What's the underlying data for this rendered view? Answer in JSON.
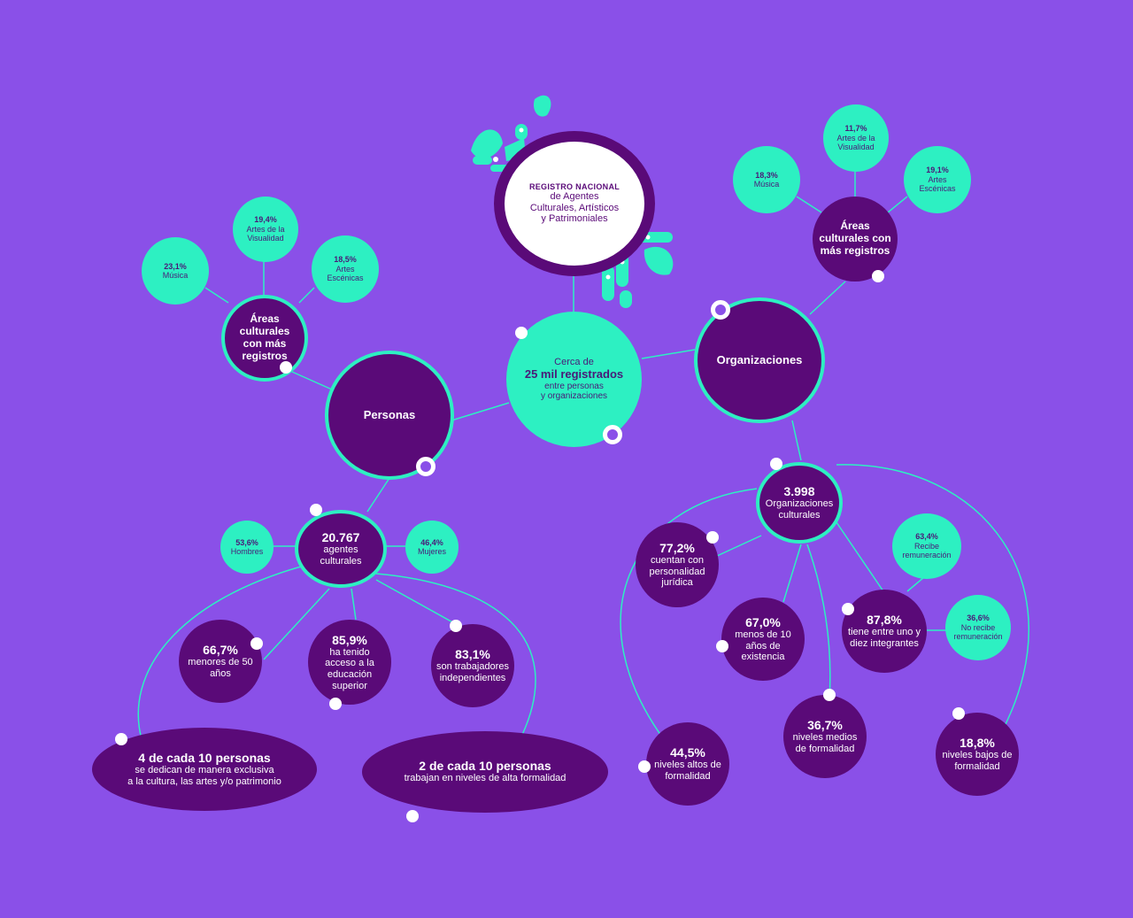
{
  "title": {
    "line1": "REGISTRO NACIONAL",
    "line2": "de Agentes",
    "line3": "Culturales, Artísticos",
    "line4": "y Patrimoniales"
  },
  "center": {
    "line1": "Cerca de",
    "line2": "25 mil registrados",
    "line3": "entre personas",
    "line4": "y organizaciones"
  },
  "personas": {
    "label": "Personas",
    "areas": {
      "label": "Áreas culturales con más registros",
      "items": [
        {
          "pct": "19,4%",
          "label": "Artes de la Visualidad"
        },
        {
          "pct": "23,1%",
          "label": "Música"
        },
        {
          "pct": "18,5%",
          "label": "Artes Escénicas"
        }
      ]
    },
    "total": {
      "value": "20.767",
      "label": "agentes culturales"
    },
    "genders": [
      {
        "pct": "53,6%",
        "label": "Hombres"
      },
      {
        "pct": "46,4%",
        "label": "Mujeres"
      }
    ],
    "stats": [
      {
        "pct": "66,7%",
        "label": "menores de 50 años"
      },
      {
        "pct": "85,9%",
        "label": "ha tenido acceso a la educación superior"
      },
      {
        "pct": "83,1%",
        "label": "son trabajadores independientes"
      }
    ],
    "summaries": [
      {
        "headline": "4 de cada 10 personas",
        "line1": "se dedican de manera exclusiva",
        "line2": "a la cultura, las artes y/o patrimonio"
      },
      {
        "headline": "2 de cada 10 personas",
        "line1": "trabajan en niveles de alta formalidad"
      }
    ]
  },
  "organizaciones": {
    "label": "Organizaciones",
    "areas": {
      "label": "Áreas culturales con más registros",
      "items": [
        {
          "pct": "11,7%",
          "label": "Artes de la Visualidad"
        },
        {
          "pct": "18,3%",
          "label": "Música"
        },
        {
          "pct": "19,1%",
          "label": "Artes Escénicas"
        }
      ]
    },
    "total": {
      "value": "3.998",
      "label": "Organizaciones culturales"
    },
    "stats": [
      {
        "pct": "77,2%",
        "label": "cuentan con personalidad jurídica"
      },
      {
        "pct": "67,0%",
        "label": "menos de 10 años de existencia"
      },
      {
        "pct": "87,8%",
        "label": "tiene entre uno y diez integrantes"
      },
      {
        "pct": "36,7%",
        "label": "niveles medios de formalidad"
      },
      {
        "pct": "44,5%",
        "label": "niveles altos de formalidad"
      },
      {
        "pct": "18,8%",
        "label": "niveles bajos de formalidad"
      }
    ],
    "remuneration": [
      {
        "pct": "63,4%",
        "label": "Recibe remuneración"
      },
      {
        "pct": "36,6%",
        "label": "No recibe remuneración"
      }
    ]
  },
  "colors": {
    "background": "#8a50e8",
    "mint": "#2df0c2",
    "dark_purple": "#5a0a78",
    "white": "#ffffff"
  }
}
